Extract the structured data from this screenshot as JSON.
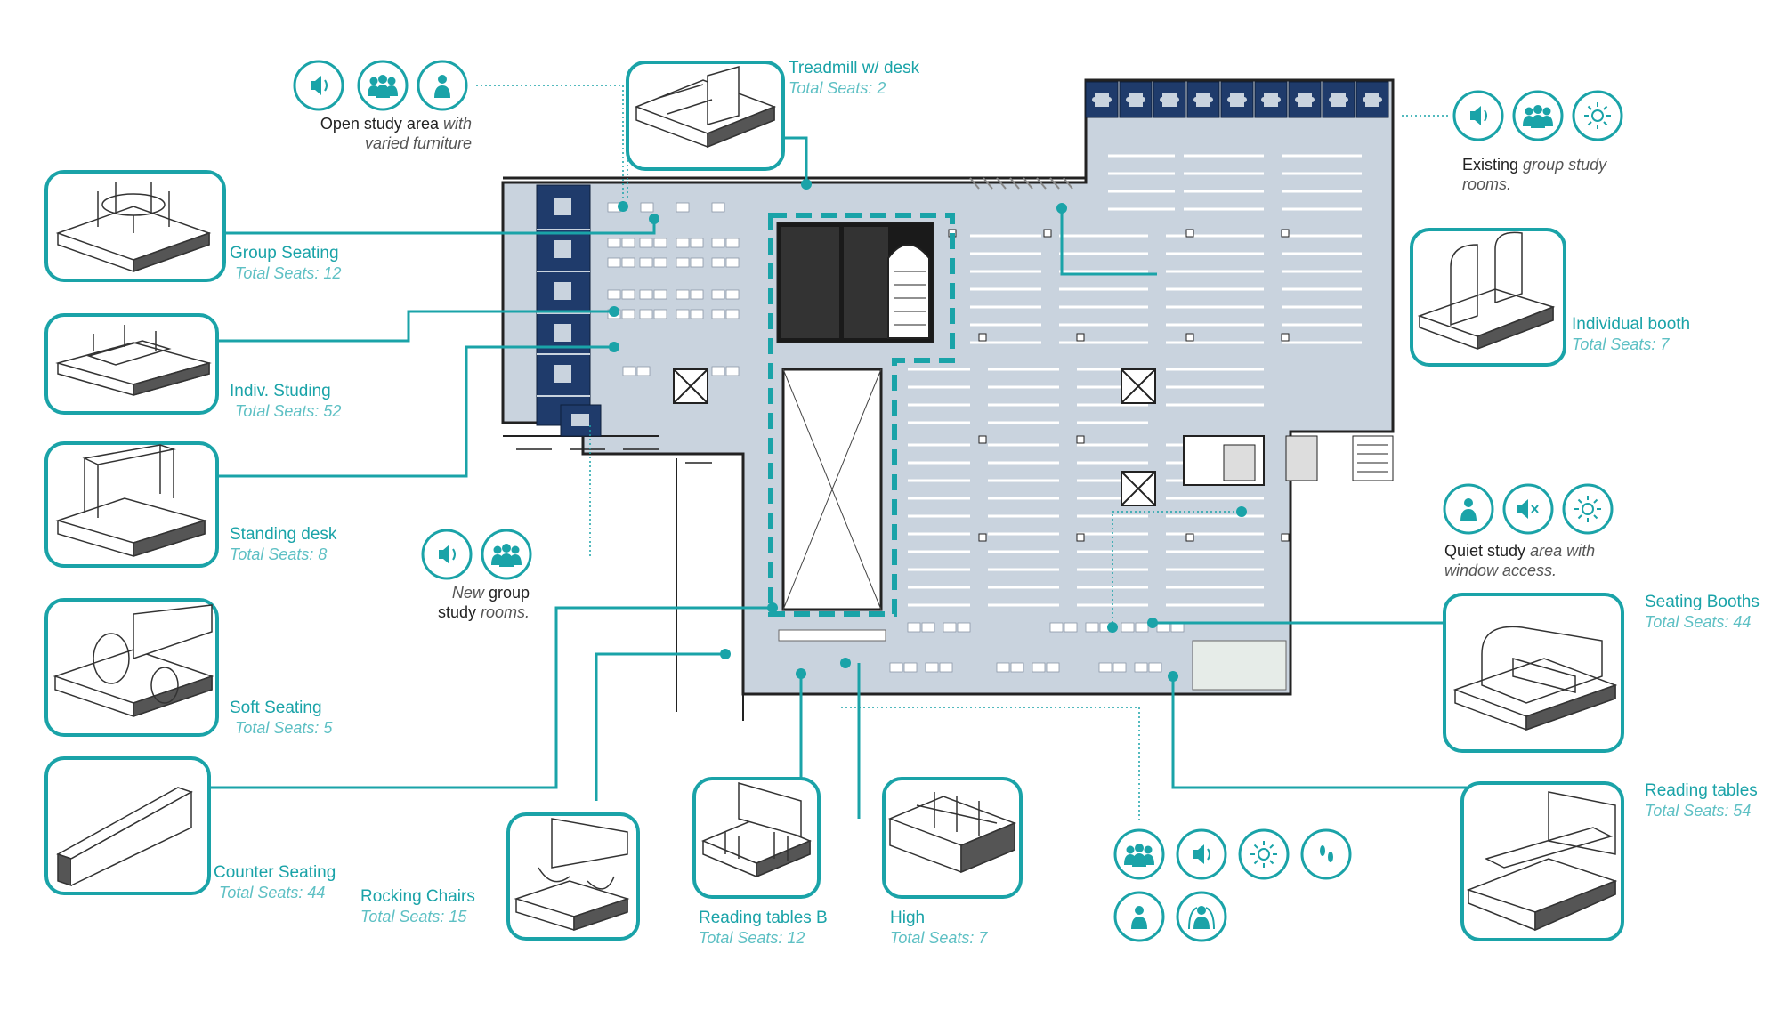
{
  "colors": {
    "teal": "#1aa3a8",
    "plan": "#c9d3de",
    "navy": "#1f3b6b",
    "wall": "#222222",
    "bg": "#ffffff"
  },
  "labels": {
    "treadmill": {
      "title": "Treadmill w/ desk",
      "seats": "Total Seats:  2"
    },
    "group_seating": {
      "title": "Group Seating",
      "seats": "Total Seats:  12"
    },
    "indiv": {
      "title": "Indiv. Studing",
      "seats": "Total Seats:  52"
    },
    "standing": {
      "title": "Standing desk",
      "seats": "Total Seats:  8"
    },
    "soft": {
      "title": "Soft Seating",
      "seats": "Total Seats:  5"
    },
    "counter": {
      "title": "Counter Seating",
      "seats": "Total Seats:  44"
    },
    "rocking": {
      "title": "Rocking Chairs",
      "seats": "Total Seats:  15"
    },
    "reading_b": {
      "title": "Reading tables B",
      "seats": "Total Seats:  12"
    },
    "high": {
      "title": "High",
      "seats": "Total Seats:  7"
    },
    "booth": {
      "title": "Individual booth",
      "seats": "Total Seats:  7"
    },
    "seating_booths": {
      "title": "Seating Booths",
      "seats": "Total Seats:  44"
    },
    "reading": {
      "title": "Reading tables",
      "seats": "Total Seats:  54"
    }
  },
  "notes": {
    "open_study": {
      "bold": "Open study area",
      "italic_inline": "with",
      "italic_line2": "varied furniture"
    },
    "existing": {
      "bold": "Existing",
      "italic_inline": "group study",
      "italic_line2": "rooms."
    },
    "new_group": {
      "italic": "New",
      "bold_inline": "group",
      "bold_line2": "study",
      "italic_line2": "rooms."
    },
    "quiet": {
      "bold": "Quiet study",
      "italic_inline": "area with",
      "italic_line2": "window access."
    }
  },
  "icon_groups": {
    "open_study": [
      "speaker-icon",
      "group-icon",
      "person-icon"
    ],
    "existing": [
      "speaker-icon",
      "group-icon",
      "sun-icon"
    ],
    "new_group": [
      "speaker-icon",
      "group-icon"
    ],
    "quiet": [
      "person-icon",
      "mute-icon",
      "sun-icon"
    ],
    "legend_bottom": [
      "group-icon",
      "speaker-icon",
      "sun-icon",
      "footprints-icon",
      "person-icon",
      "person-soft-icon"
    ]
  }
}
